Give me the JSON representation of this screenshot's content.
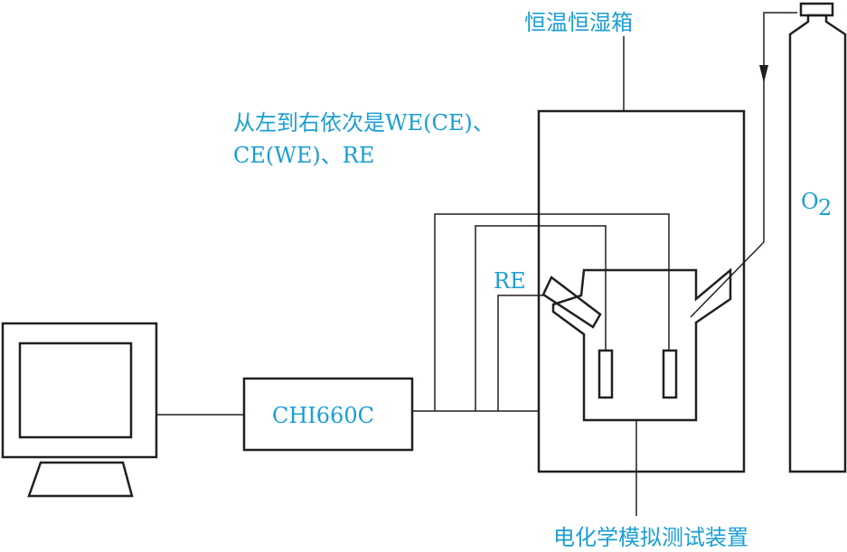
{
  "labels": {
    "chamber_title": "恒温恒湿箱",
    "electrode_note_line1": "从左到右依次是WE(CE)、",
    "electrode_note_line2": "CE(WE)、RE",
    "reference_electrode": "RE",
    "gas_main": "O",
    "gas_sub": "2",
    "potentiostat": "CHI660C",
    "cell_caption": "电化学模拟测试装置"
  },
  "colors": {
    "label_text": "#1a9ed6",
    "line": "#231f20",
    "background": "#ffffff"
  },
  "icons": {
    "computer": "computer-monitor-icon",
    "gas_cylinder": "gas-cylinder-icon"
  }
}
